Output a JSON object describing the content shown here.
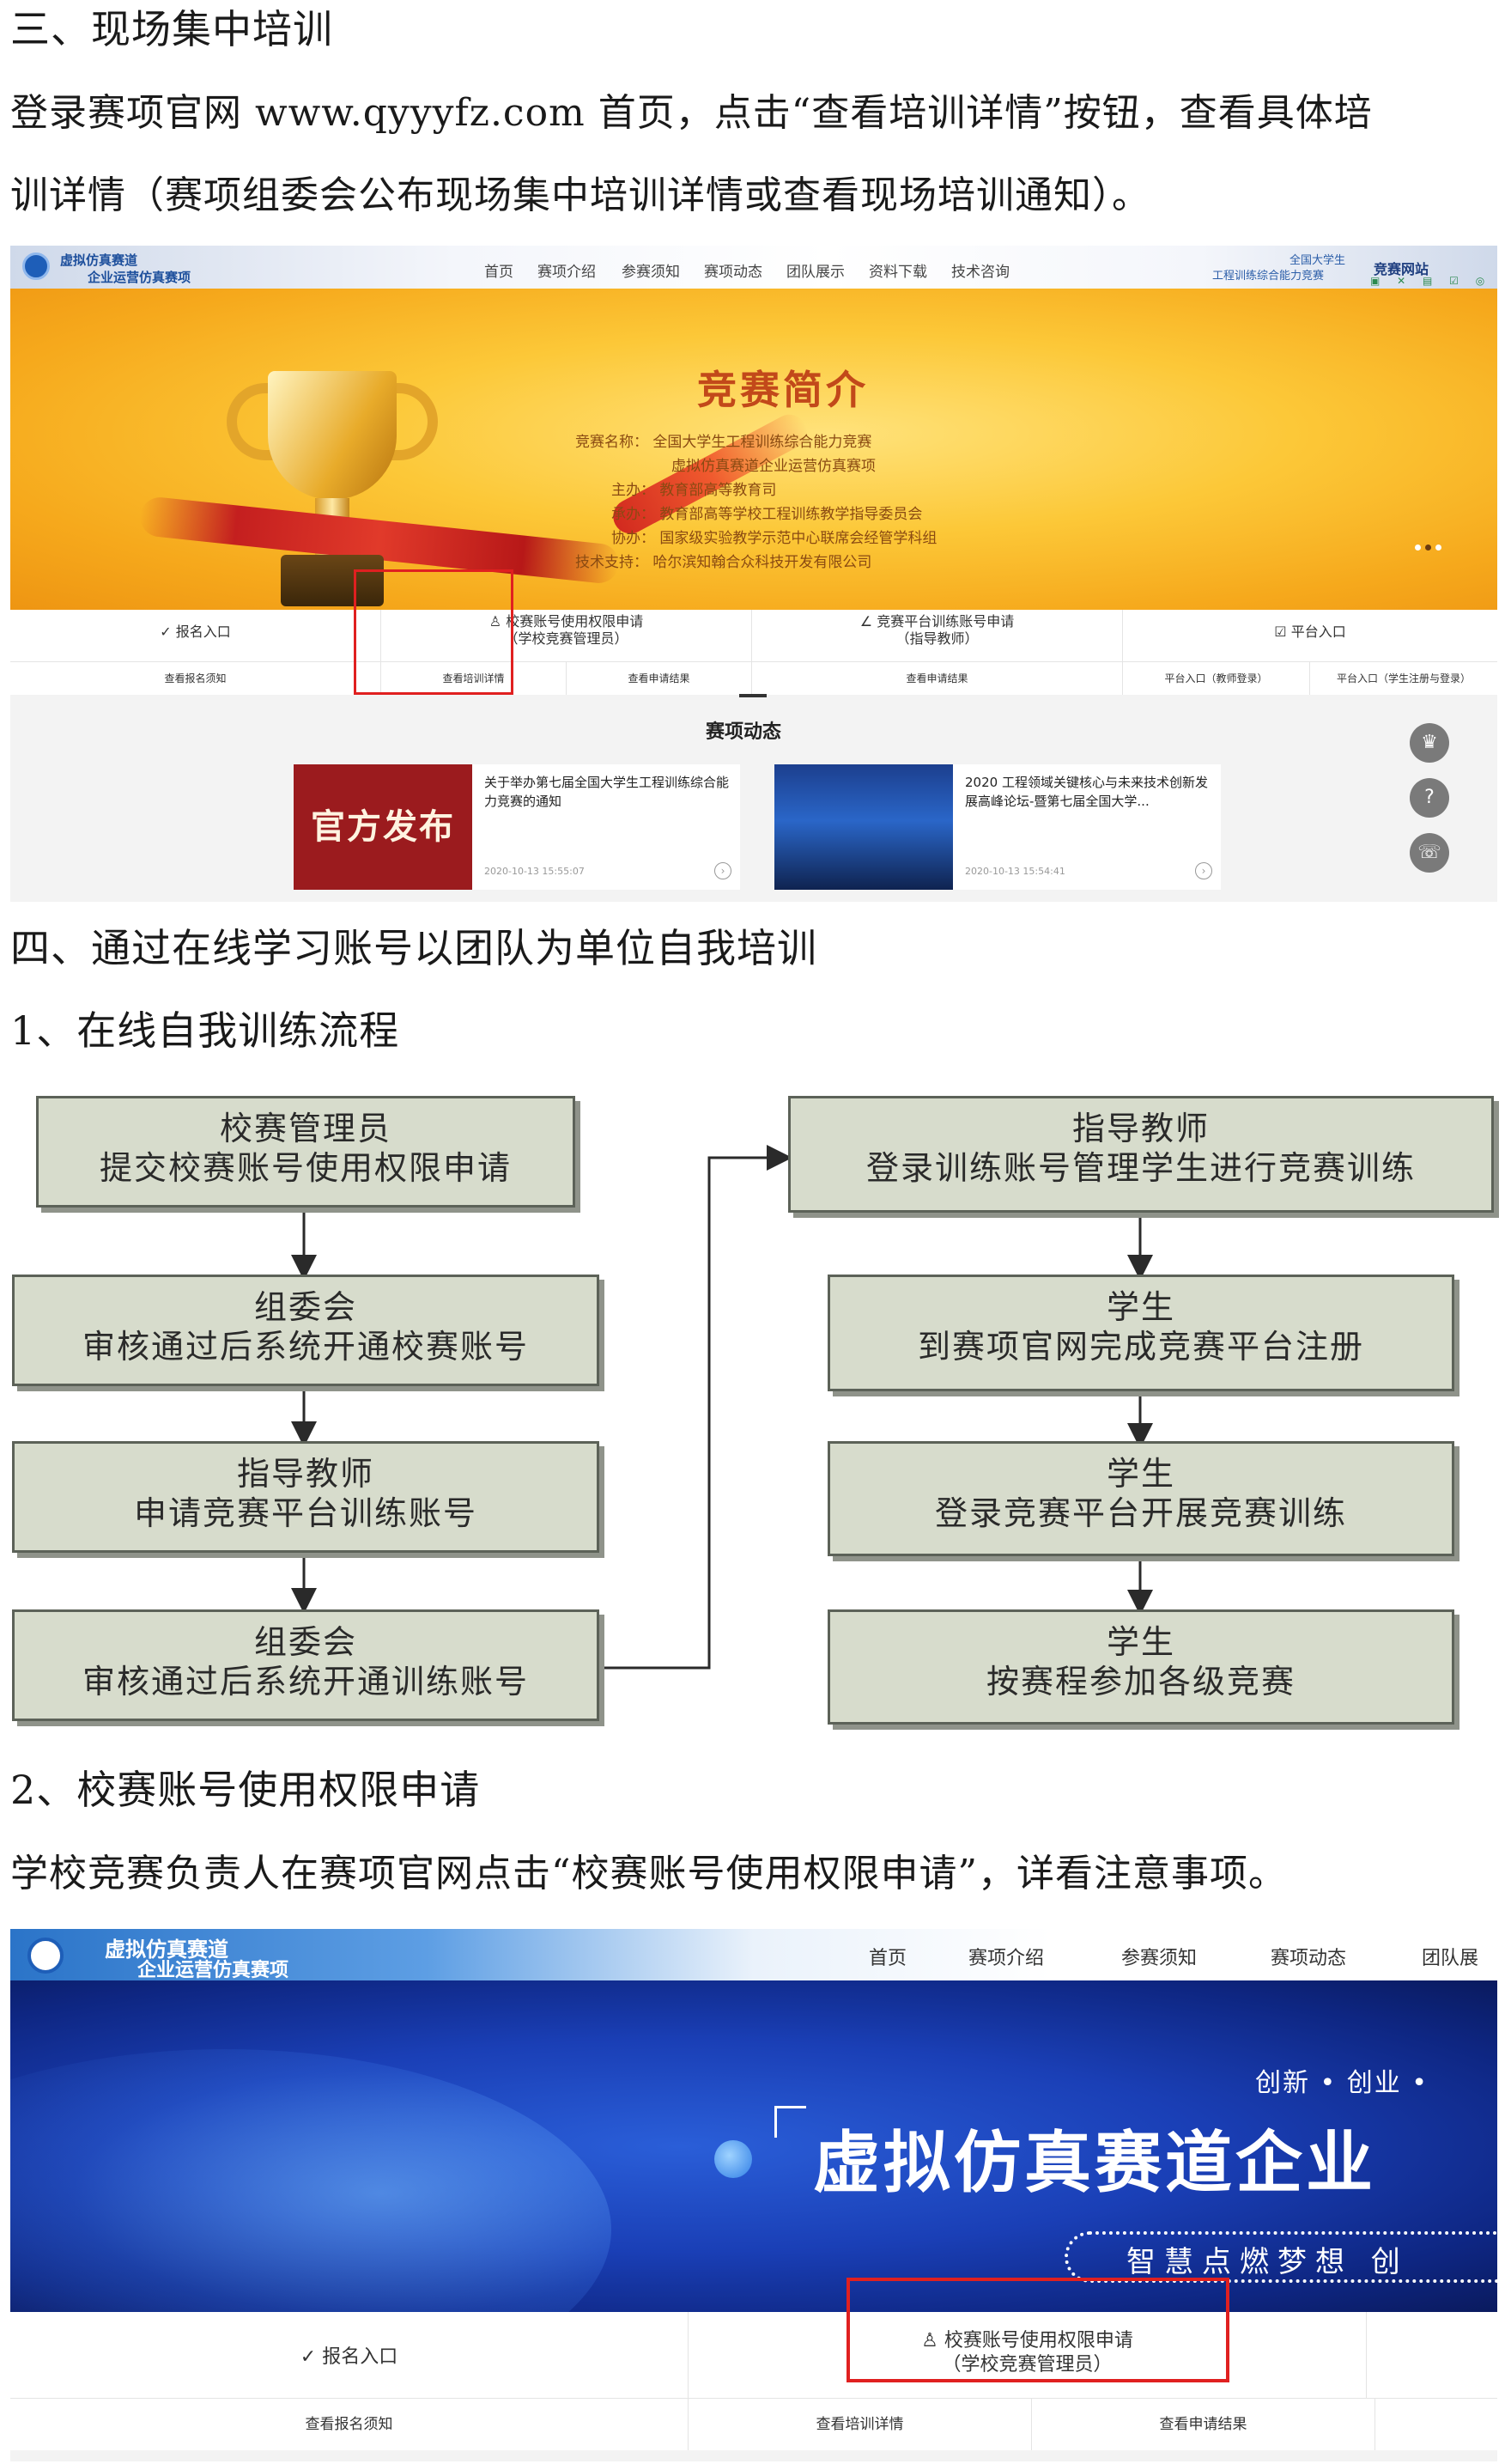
{
  "section3": {
    "heading": "三、现场集中培训",
    "para_line1": "登录赛项官网 www.qyyyfz.com 首页，点击“查看培训详情”按钮，查看具体培",
    "para_line2": "训详情（赛项组委会公布现场集中培训详情或查看现场培训通知）。"
  },
  "screenshot1": {
    "logo_line1": "虚拟仿真赛道",
    "logo_line2": "企业运营仿真赛项",
    "menu": [
      "首页",
      "赛项介绍",
      "参赛须知",
      "赛项动态",
      "团队展示",
      "资料下载",
      "技术咨询"
    ],
    "right_line1": "全国大学生",
    "right_line2": "工程训练综合能力竞赛",
    "right_line3": "竞赛网站",
    "right_icons": "▣ ✕ ▤ ☑ ◎",
    "banner_title": "竞赛简介",
    "info": [
      "竞赛名称： 全国大学生工程训练综合能力竞赛",
      "虚拟仿真赛道企业运营仿真赛项",
      "主办： 教育部高等教育司",
      "承办： 教育部高等学校工程训练教学指导委员会",
      "协办： 国家级实验教学示范中心联席会经管学科组",
      "技术支持： 哈尔滨知翰合众科技开发有限公司"
    ],
    "tabs": [
      {
        "icon": "✓",
        "line1": "报名入口",
        "line2": ""
      },
      {
        "icon": "♙",
        "line1": "校赛账号使用权限申请",
        "line2": "（学校竞赛管理员）"
      },
      {
        "icon": "∠",
        "line1": "竞赛平台训练账号申请",
        "line2": "（指导教师）"
      },
      {
        "icon": "☑",
        "line1": "平台入口",
        "line2": ""
      }
    ],
    "subs": [
      "查看报名须知",
      "查看培训详情",
      "查看申请结果",
      "查看申请结果",
      "平台入口（教师登录）",
      "平台入口（学生注册与登录）"
    ],
    "news_title": "赛项动态",
    "card1_img": "官方发布",
    "card1_line1": "关于举办第七届全国大学生工程训练综合能",
    "card1_line2": "力竞赛的通知",
    "card1_date": "2020-10-13 15:55:07",
    "card2_line1": "2020 工程领域关键核心与未来技术创新发",
    "card2_line2": "展高峰论坛-暨第七届全国大学...",
    "card2_date": "2020-10-13 15:54:41",
    "arrow": "›",
    "side_icons": [
      "♛",
      "?",
      "☏"
    ]
  },
  "section4": {
    "heading": "四、通过在线学习账号以团队为单位自我培训",
    "sub1": "1、在线自我训练流程",
    "sub2": "2、校赛账号使用权限申请",
    "para": "学校竞赛负责人在赛项官网点击“校赛账号使用权限申请”，详看注意事项。"
  },
  "flowchart": {
    "left": [
      {
        "l1": "校赛管理员",
        "l2": "提交校赛账号使用权限申请"
      },
      {
        "l1": "组委会",
        "l2": "审核通过后系统开通校赛账号"
      },
      {
        "l1": "指导教师",
        "l2": "申请竞赛平台训练账号"
      },
      {
        "l1": "组委会",
        "l2": "审核通过后系统开通训练账号"
      }
    ],
    "right": [
      {
        "l1": "指导教师",
        "l2": "登录训练账号管理学生进行竞赛训练"
      },
      {
        "l1": "学生",
        "l2": "到赛项官网完成竞赛平台注册"
      },
      {
        "l1": "学生",
        "l2": "登录竞赛平台开展竞赛训练"
      },
      {
        "l1": "学生",
        "l2": "按赛程参加各级竞赛"
      }
    ]
  },
  "screenshot2": {
    "logo_line1": "虚拟仿真赛道",
    "logo_line2": "企业运营仿真赛项",
    "menu": [
      "首页",
      "赛项介绍",
      "参赛须知",
      "赛项动态",
      "团队展"
    ],
    "tagline": "创新 • 创业 •",
    "title": "虚拟仿真赛道企业",
    "pill": "智慧点燃梦想  创",
    "tabs": [
      {
        "icon": "✓",
        "line1": "报名入口",
        "line2": ""
      },
      {
        "icon": "♙",
        "line1": "校赛账号使用权限申请",
        "line2": "（学校竞赛管理员）"
      }
    ],
    "subs": [
      "查看报名须知",
      "查看培训详情",
      "查看申请结果"
    ]
  }
}
